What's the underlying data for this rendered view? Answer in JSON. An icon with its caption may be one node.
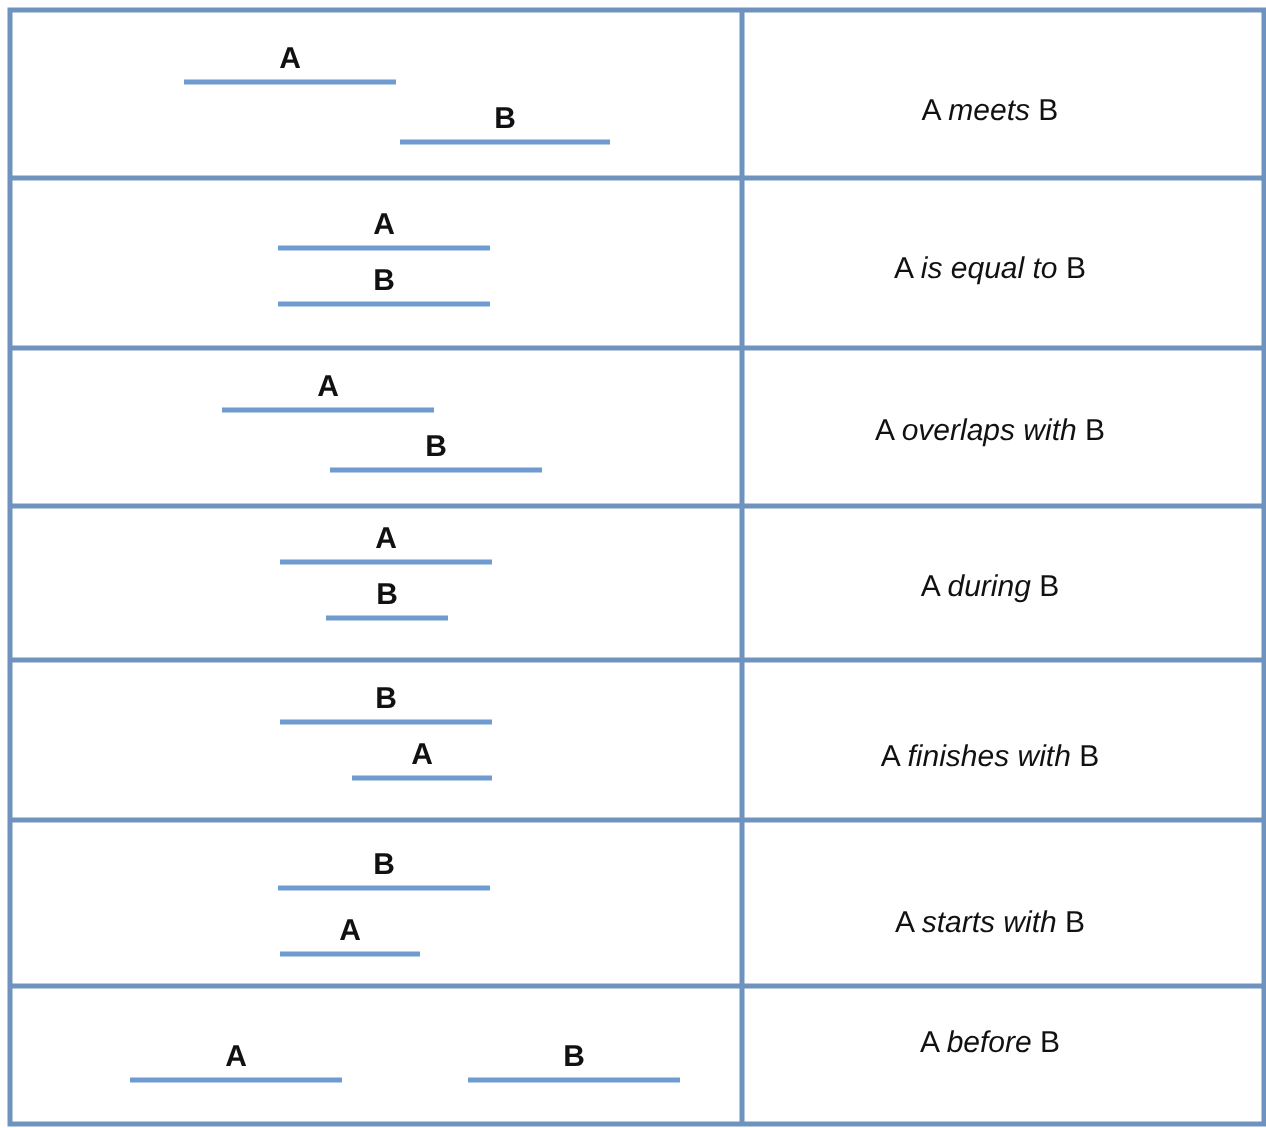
{
  "diagram": {
    "labels": [
      "A",
      "B",
      "A *meets* B",
      "A",
      "B",
      "A *is equal to* B",
      "A",
      "B",
      "A *overlaps with* B",
      "A",
      "B",
      "A *during* B",
      "B",
      "A",
      "A *finishes with* B",
      "B",
      "A",
      "A *starts with* B",
      "A",
      "B",
      "A *before* B"
    ]
  }
}
